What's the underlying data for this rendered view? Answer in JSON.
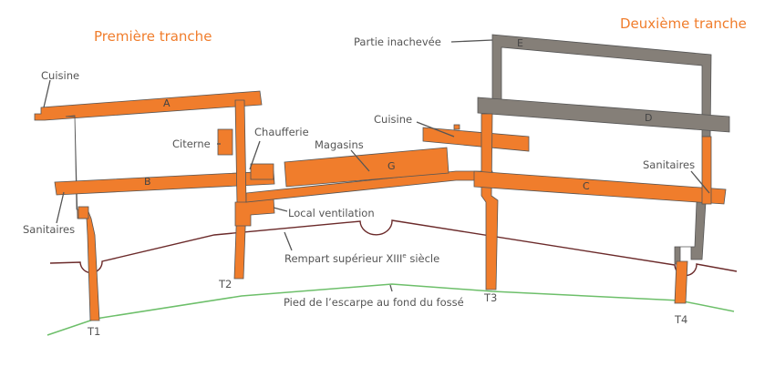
{
  "colors": {
    "orange": "#f07d2c",
    "gray": "#857f78",
    "outline": "#555555",
    "rampart": "#6b2a2a",
    "ditch": "#6dbf6a",
    "title": "#f07d2c",
    "text": "#555555"
  },
  "titles": {
    "first": "Première tranche",
    "second": "Deuxième tranche"
  },
  "letters": {
    "a": "A",
    "b": "B",
    "c": "C",
    "d": "D",
    "e": "E",
    "g": "G"
  },
  "labels": {
    "cuisine_left": "Cuisine",
    "citerne": "Citerne",
    "chaufferie": "Chaufferie",
    "magasins": "Magasins",
    "cuisine_right": "Cuisine",
    "partie_inachevee": "Partie inachevée",
    "sanitaires_left": "Sanitaires",
    "sanitaires_right": "Sanitaires",
    "local_ventilation": "Local ventilation",
    "rempart_main": "Rempart supérieur XIII",
    "rempart_sup": "e",
    "rempart_end": " siècle",
    "pied_escarpe": "Pied de l’escarpe au fond du fossé"
  },
  "towers": {
    "t1": "T1",
    "t2": "T2",
    "t3": "T3",
    "t4": "T4"
  }
}
